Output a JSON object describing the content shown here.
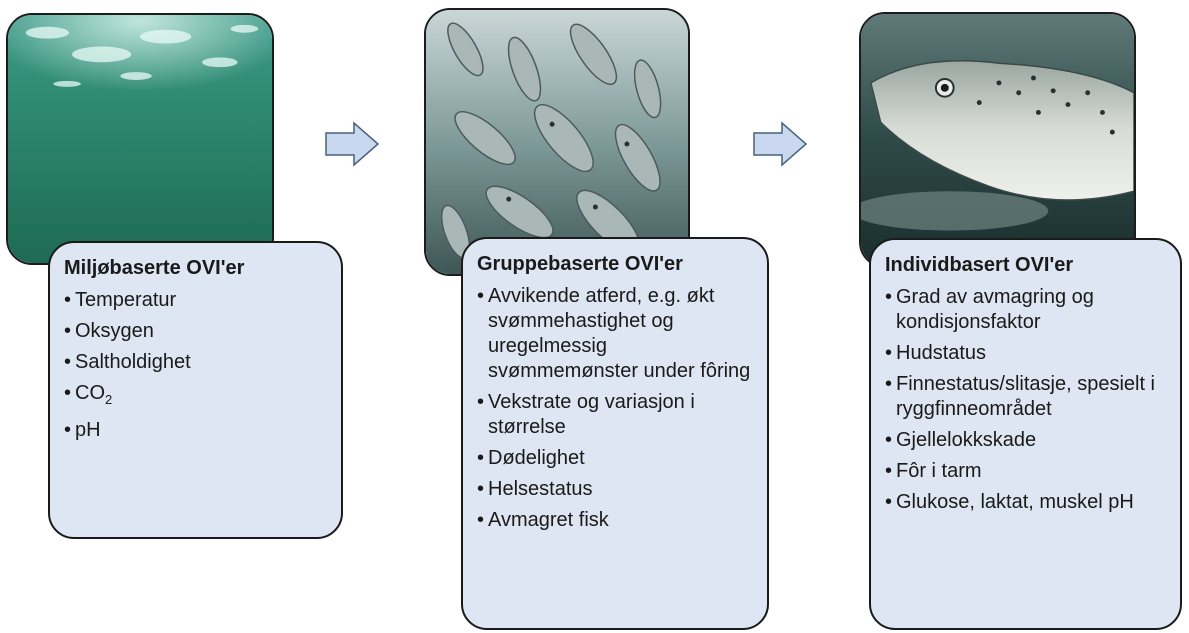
{
  "colors": {
    "card_fill": "#dde6f2",
    "arrow_fill": "#c9d8ee",
    "arrow_stroke": "#4a607e",
    "border": "#1a1a1a"
  },
  "stages": [
    {
      "photo": "underwater-green-water-photo",
      "title": "Miljøbaserte OVI'er",
      "items": [
        "Temperatur",
        "Oksygen",
        "Saltholdighet",
        "CO",
        "pH"
      ],
      "co2_subscript": "2"
    },
    {
      "photo": "salmon-school-photo",
      "title": "Gruppebaserte OVI'er",
      "items": [
        "Avvikende atferd, e.g. økt svømmehastighet og uregelmessig svømmemønster under fôring",
        "Vekstrate og variasjon i størrelse",
        "Dødelighet",
        "Helsestatus",
        "Avmagret fisk"
      ]
    },
    {
      "photo": "single-salmon-closeup-photo",
      "title": "Individbasert OVI'er",
      "items": [
        "Grad av avmagring og kondisjonsfaktor",
        "Hudstatus",
        "Finnestatus/slitasje, spesielt i ryggfinneområdet",
        "Gjellelokkskade",
        "Fôr i tarm",
        "Glukose, laktat, muskel pH"
      ]
    }
  ],
  "bullet": "•"
}
